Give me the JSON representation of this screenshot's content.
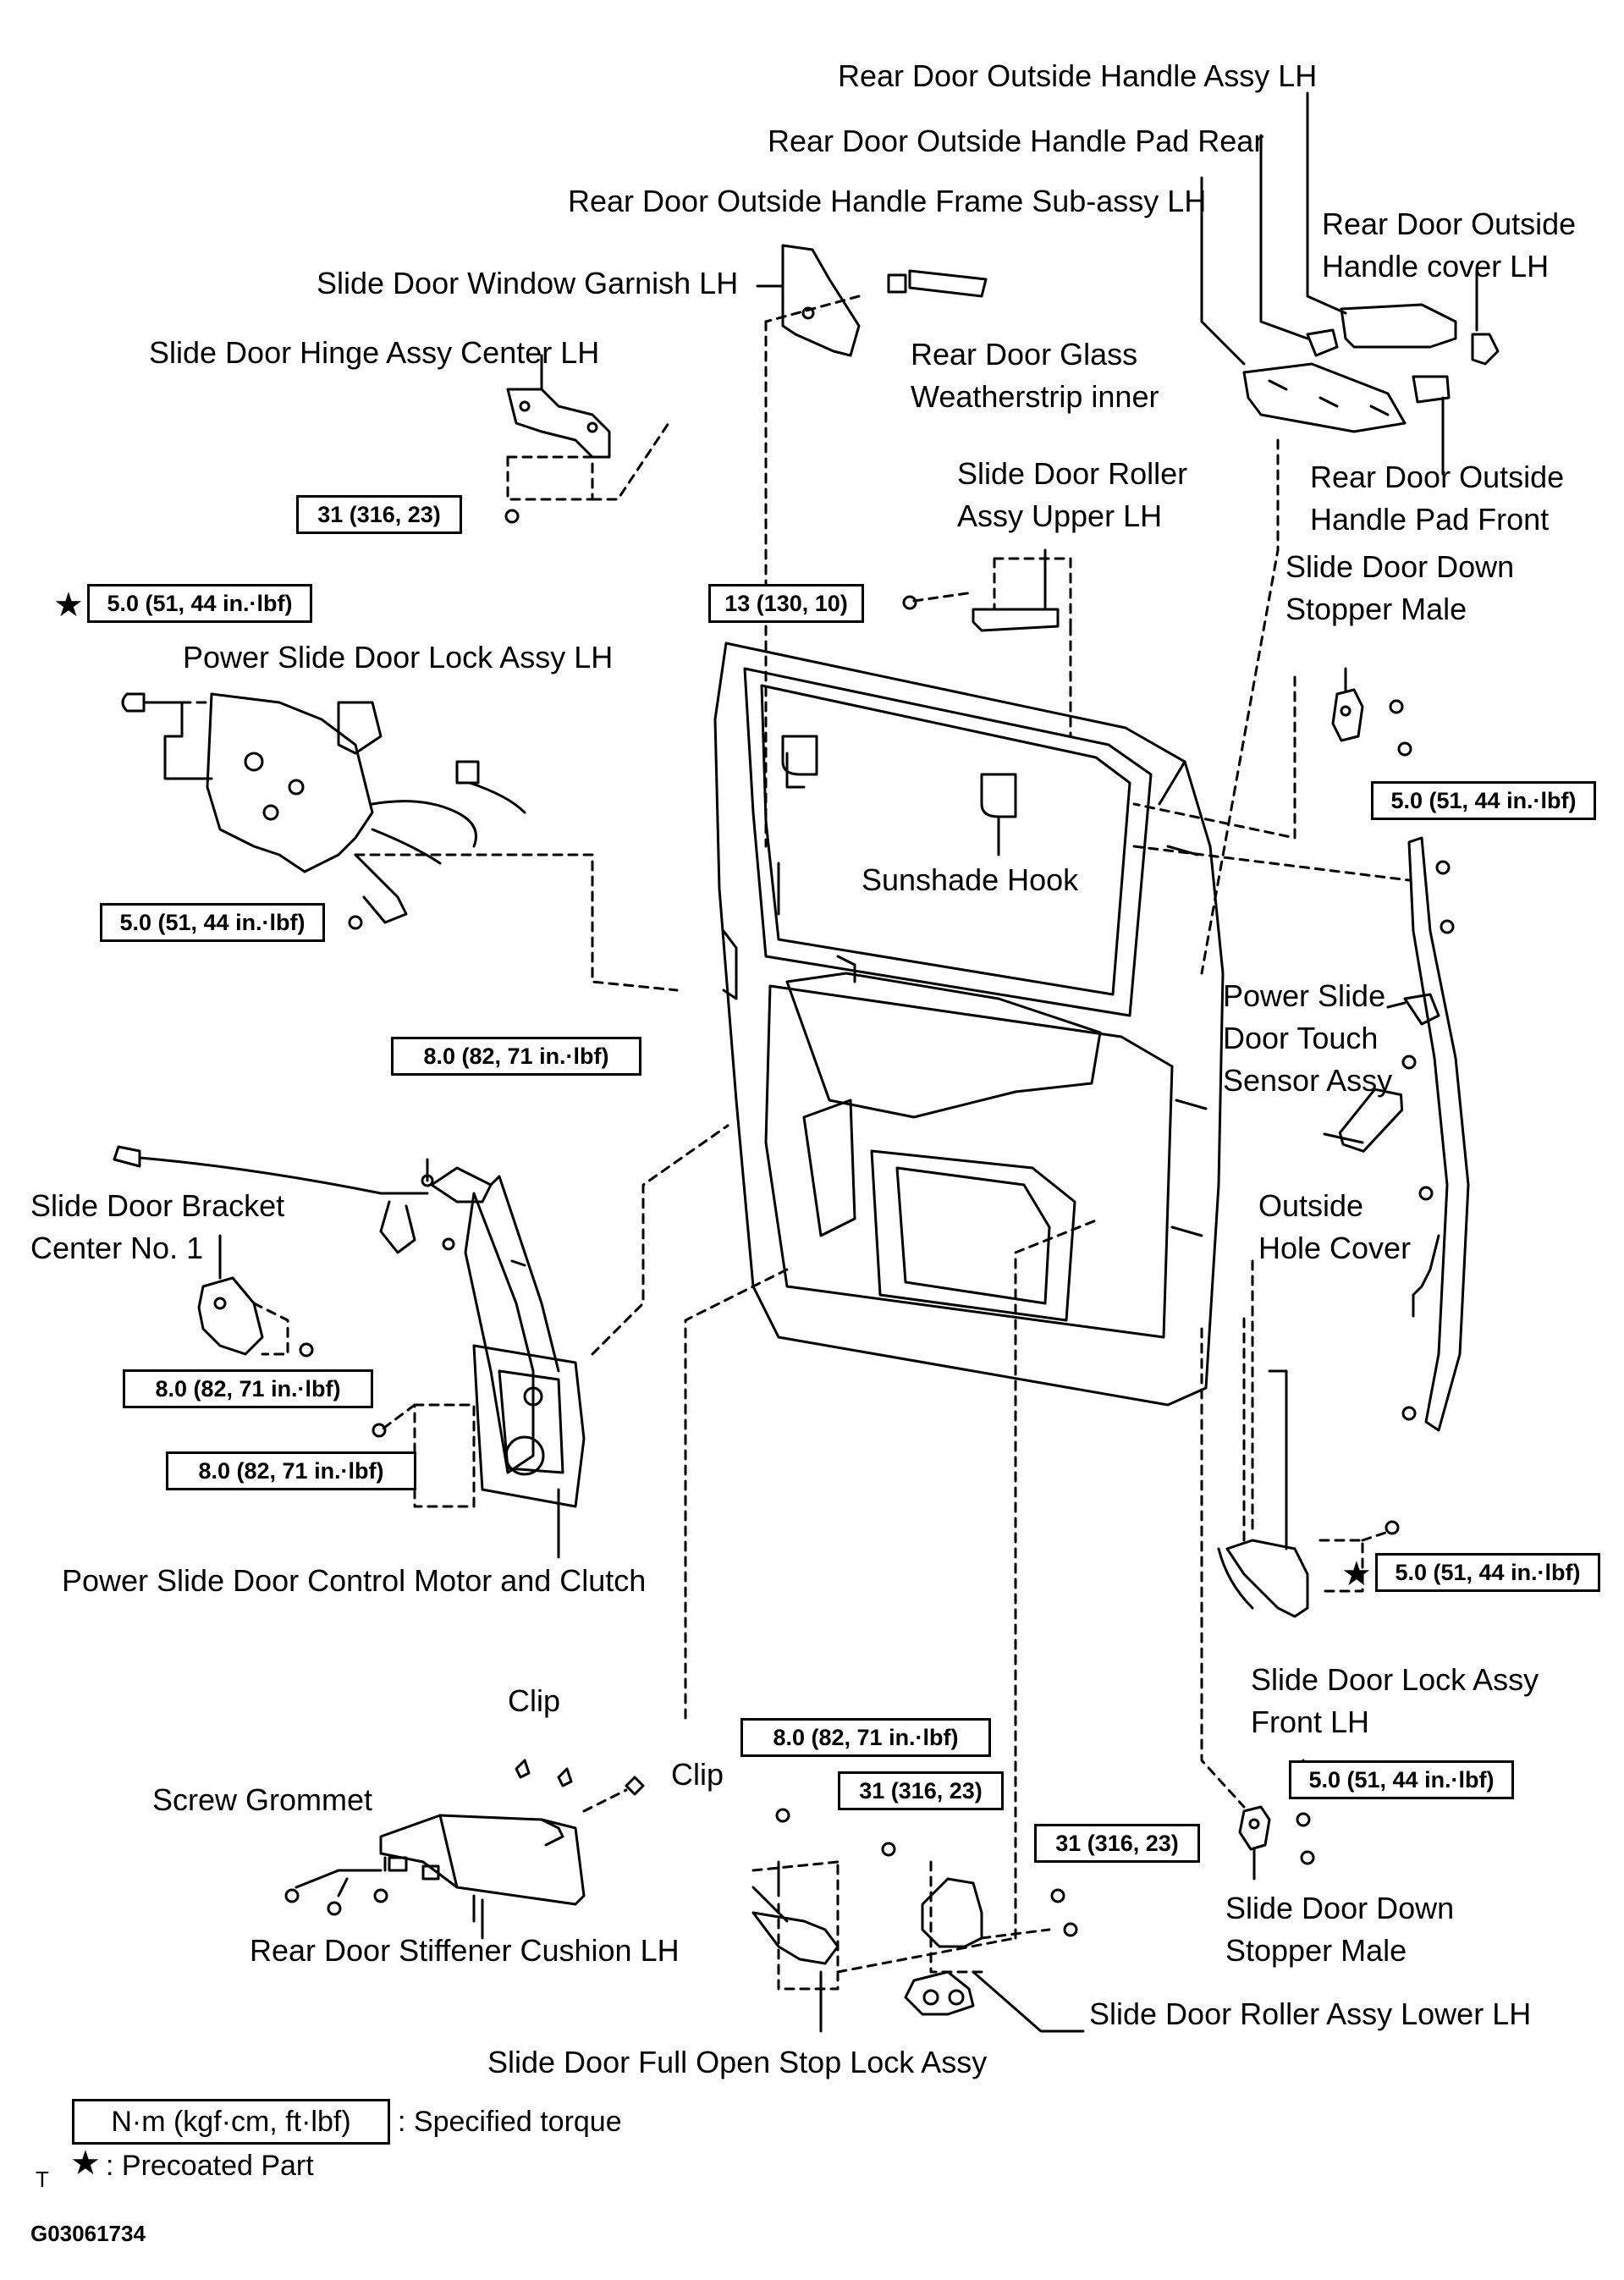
{
  "labels": {
    "outside_handle_assy": "Rear Door Outside Handle Assy LH",
    "outside_handle_pad_rear": "Rear Door Outside Handle Pad Rear",
    "outside_handle_frame": "Rear Door Outside Handle Frame Sub-assy LH",
    "handle_cover_l1": "Rear Door Outside",
    "handle_cover_l2": "Handle cover LH",
    "window_garnish": "Slide Door Window Garnish LH",
    "hinge_center": "Slide Door Hinge Assy Center LH",
    "glass_weatherstrip_l1": "Rear Door Glass",
    "glass_weatherstrip_l2": "Weatherstrip inner",
    "handle_pad_front_l1": "Rear Door Outside",
    "handle_pad_front_l2": "Handle Pad Front",
    "roller_upper_l1": "Slide Door Roller",
    "roller_upper_l2": "Assy Upper LH",
    "stopper_upper_l1": "Slide Door Down",
    "stopper_upper_l2": "Stopper Male",
    "power_lock": "Power Slide Door Lock Assy LH",
    "sunshade_hook": "Sunshade Hook",
    "touch_sensor_l1": "Power Slide",
    "touch_sensor_l2": "Door Touch",
    "touch_sensor_l3": "Sensor Assy",
    "bracket_l1": "Slide Door Bracket",
    "bracket_l2": "Center No. 1",
    "hole_cover_l1": "Outside",
    "hole_cover_l2": "Hole Cover",
    "control_motor": "Power Slide Door Control Motor and Clutch",
    "lock_front_l1": "Slide Door Lock Assy",
    "lock_front_l2": "Front LH",
    "clip_1": "Clip",
    "clip_2": "Clip",
    "screw_grommet": "Screw Grommet",
    "stiffener_cushion": "Rear Door Stiffener Cushion LH",
    "stopper_lower_l1": "Slide Door Down",
    "stopper_lower_l2": "Stopper Male",
    "roller_lower": "Slide Door Roller Assy Lower LH",
    "full_open_stop": "Slide Door Full Open Stop Lock Assy"
  },
  "torques": {
    "hinge_bolt": "31 (316, 23)",
    "lock_precoat": "5.0 (51, 44 in.·lbf)",
    "roller_upper_bolt": "13 (130, 10)",
    "stopper_upper_bolt": "5.0 (51, 44 in.·lbf)",
    "lock_lower_bolt": "5.0 (51, 44 in.·lbf)",
    "motor_top_bolt": "8.0 (82, 71 in.·lbf)",
    "bracket_bolt": "8.0 (82, 71 in.·lbf)",
    "motor_side_bolt": "8.0 (82, 71 in.·lbf)",
    "lock_front_bolt": "5.0 (51, 44 in.·lbf)",
    "stop_lock_bolt": "8.0 (82, 71 in.·lbf)",
    "roller_lower_bolt_1": "31 (316, 23)",
    "roller_lower_bolt_2": "31 (316, 23)",
    "stopper_lower_bolt": "5.0 (51, 44 in.·lbf)"
  },
  "star_symbol": "★",
  "legend": {
    "unit_box": "N·m (kgf·cm, ft·lbf)",
    "unit_desc": ": Specified torque",
    "star_desc": ": Precoated Part"
  },
  "corner_mark": "T",
  "figure_code": "G03061734"
}
